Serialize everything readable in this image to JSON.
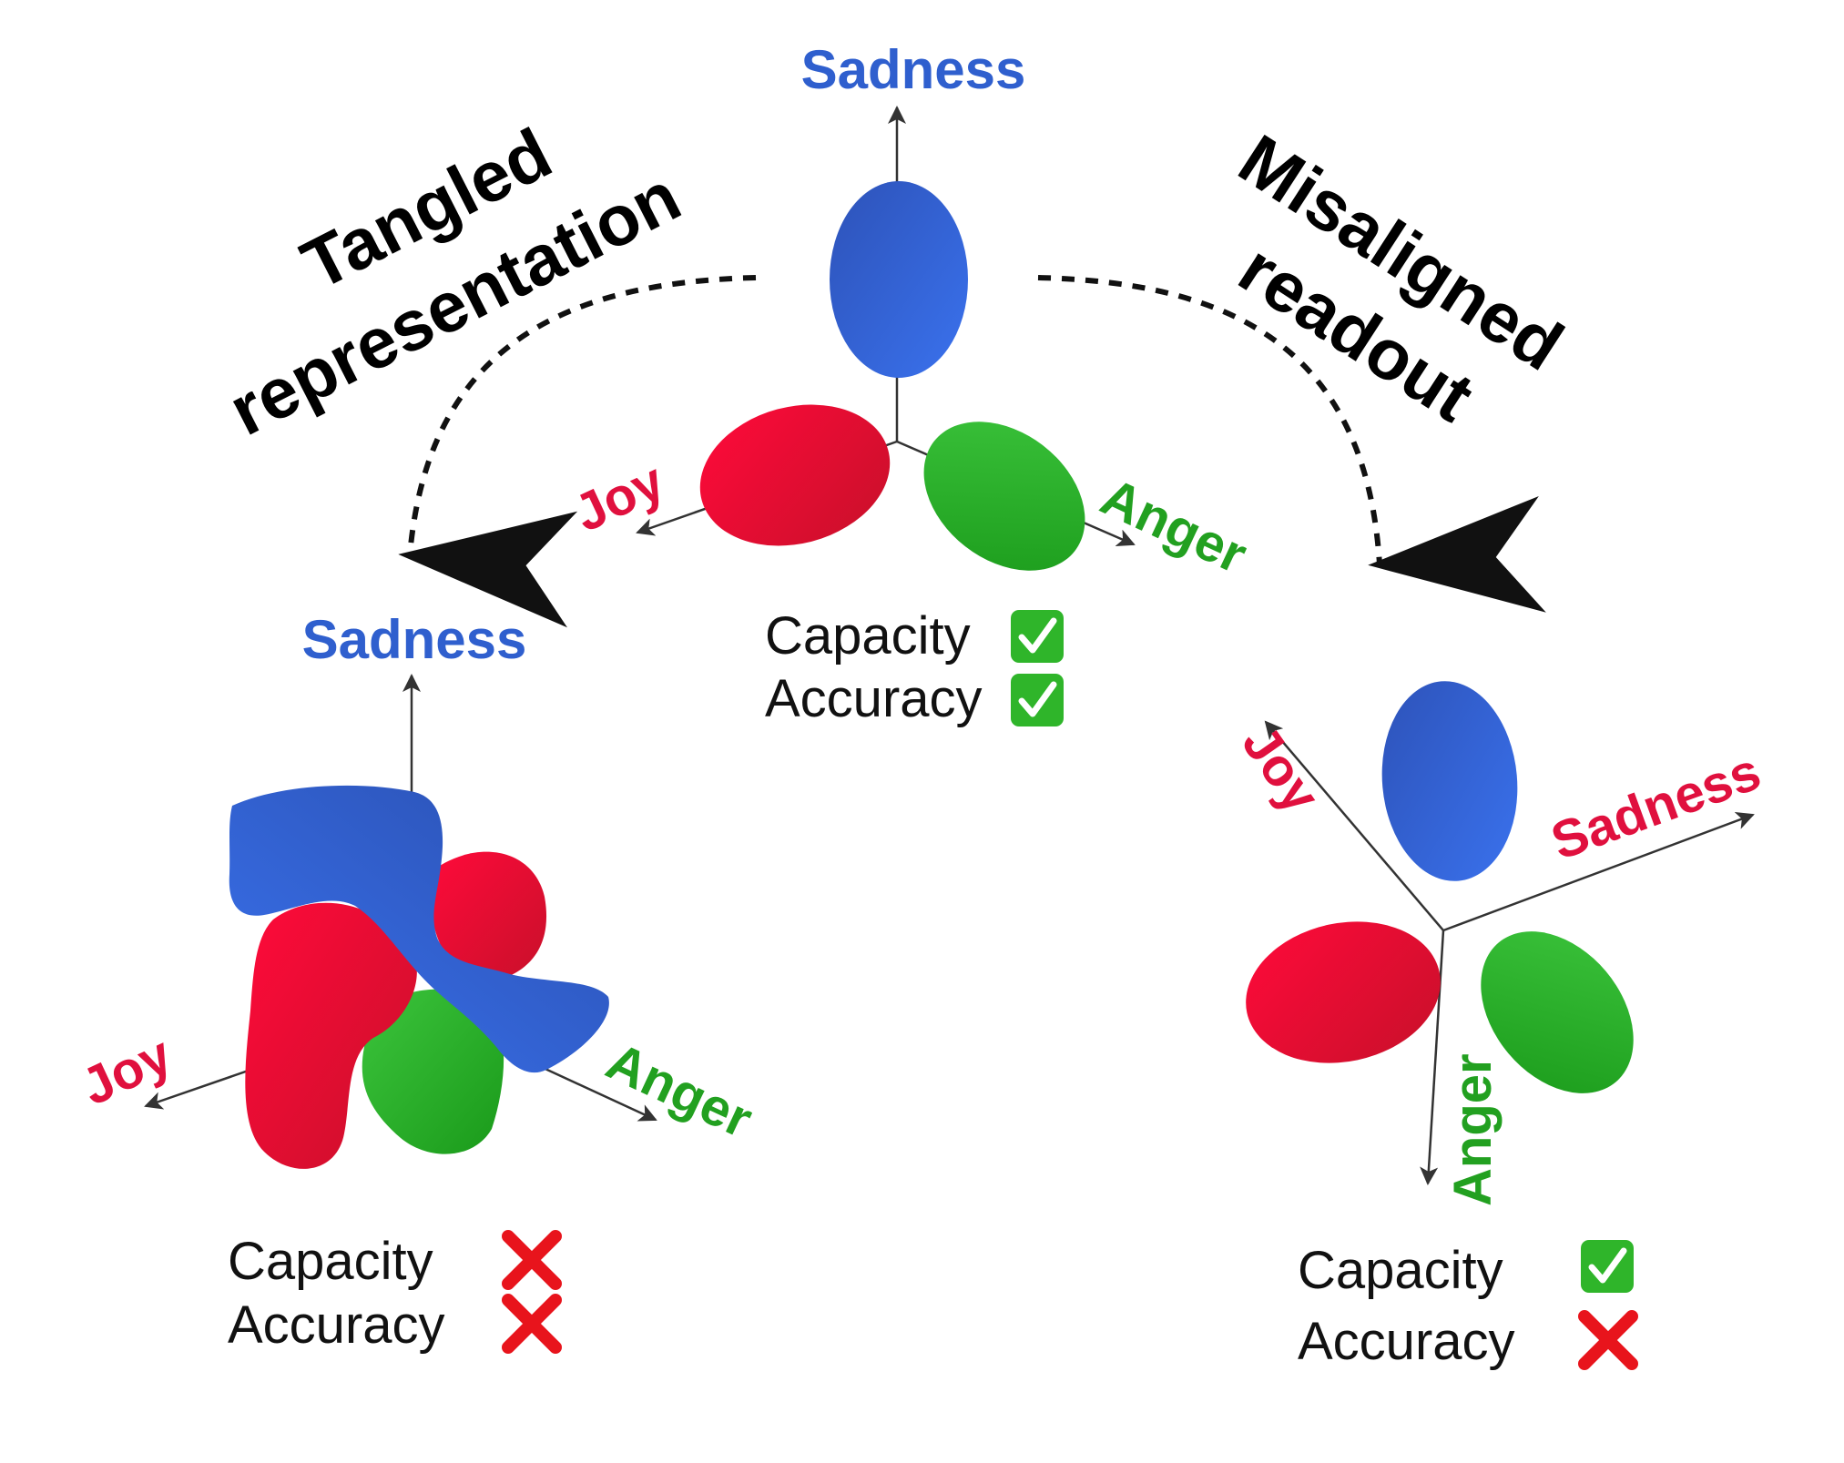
{
  "colors": {
    "sadness": "#2f5fce",
    "joy": "#e0103e",
    "anger": "#22a020",
    "check_bg": "#2fb52a",
    "cross": "#e8141c",
    "arrow": "#333333"
  },
  "titles": {
    "tangled_line1": "Tangled",
    "tangled_line2": "representation",
    "misaligned_line1": "Misaligned",
    "misaligned_line2": "readout"
  },
  "top_panel": {
    "axis_sadness": "Sadness",
    "axis_joy": "Joy",
    "axis_anger": "Anger",
    "capacity_label": "Capacity",
    "accuracy_label": "Accuracy",
    "capacity_status": "check",
    "accuracy_status": "check"
  },
  "left_panel": {
    "axis_sadness": "Sadness",
    "axis_joy": "Joy",
    "axis_anger": "Anger",
    "capacity_label": "Capacity",
    "accuracy_label": "Accuracy",
    "capacity_status": "cross",
    "accuracy_status": "cross"
  },
  "right_panel": {
    "axis_sadness": "Sadness",
    "axis_joy": "Joy",
    "axis_anger": "Anger",
    "capacity_label": "Capacity",
    "accuracy_label": "Accuracy",
    "capacity_status": "check",
    "accuracy_status": "cross"
  }
}
